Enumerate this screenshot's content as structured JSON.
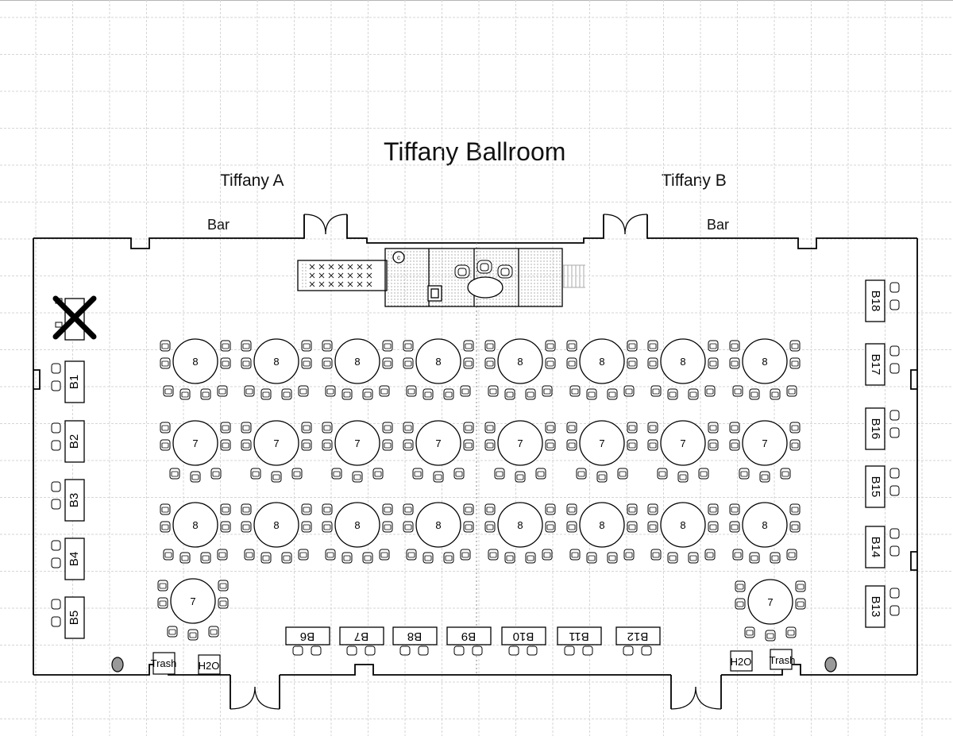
{
  "title": "Tiffany Ballroom",
  "sections": {
    "left": "Tiffany A",
    "right": "Tiffany B"
  },
  "bars": {
    "left": "Bar",
    "right": "Bar"
  },
  "tables_rows": [
    [
      "8",
      "8",
      "8",
      "8",
      "8",
      "8",
      "8",
      "8"
    ],
    [
      "7",
      "7",
      "7",
      "7",
      "7",
      "7",
      "7",
      "7"
    ],
    [
      "8",
      "8",
      "8",
      "8",
      "8",
      "8",
      "8",
      "8"
    ]
  ],
  "corner_tables": {
    "left": "7",
    "right": "7"
  },
  "booths": {
    "left": [
      "B1",
      "B2",
      "B3",
      "B4",
      "B5"
    ],
    "bottom": [
      "B6",
      "B7",
      "B8",
      "B9",
      "B10",
      "B11",
      "B12"
    ],
    "right": [
      "B13",
      "B14",
      "B15",
      "B16",
      "B17",
      "B18"
    ]
  },
  "stations": {
    "trash_left": "Trash",
    "water_left": "H2O",
    "water_right": "H2O",
    "trash_right": "Trash"
  },
  "stage_clock": "c",
  "removed_booth": "crossed-out booth (top-left)"
}
